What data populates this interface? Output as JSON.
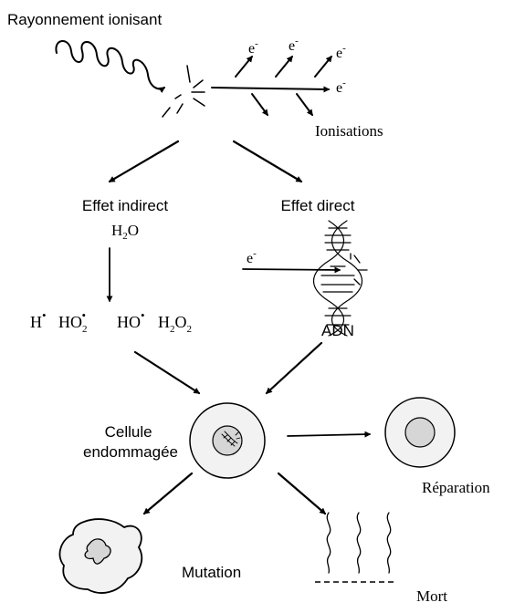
{
  "title": "Rayonnement ionisant",
  "electron": {
    "symbol": "e",
    "charge": "-"
  },
  "labels": {
    "ionisations": "Ionisations",
    "indirect_effect": "Effet indirect",
    "direct_effect": "Effet direct",
    "dna": "ADN",
    "damaged_cell_line1": "Cellule",
    "damaged_cell_line2": "endommagée",
    "repair": "Réparation",
    "mutation": "Mutation",
    "death": "Mort"
  },
  "species": {
    "water": {
      "base": "H",
      "sub": "2",
      "tail": "O"
    },
    "hydrogen_radical": {
      "base": "H",
      "dot": "•"
    },
    "hydroperoxyl_radical": {
      "base": "HO",
      "sub": "2",
      "dot": "•"
    },
    "hydroxyl_radical": {
      "base": "HO",
      "dot": "•"
    },
    "hydrogen_peroxide": {
      "base1": "H",
      "sub1": "2",
      "base2": "O",
      "sub2": "2"
    }
  },
  "colors": {
    "line": "#000000",
    "cell_fill": "#f2f2f2",
    "nucleus_fill": "#d6d6d6"
  }
}
